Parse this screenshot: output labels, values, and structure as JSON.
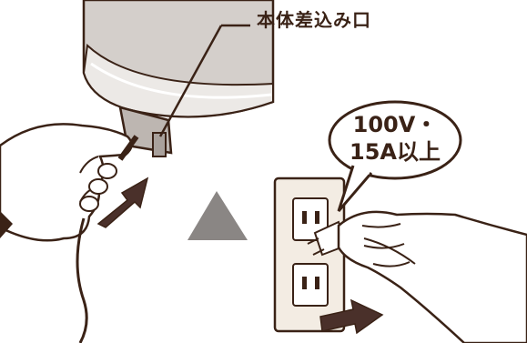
{
  "labels": {
    "inlet": "本体差込み口",
    "rating_line1": "100V・",
    "rating_line2": "15A以上"
  },
  "colors": {
    "outline": "#3a2216",
    "skin": "#ffffff",
    "appliance_band": "#c9c3bf",
    "appliance_light": "#ece9e6",
    "arrow": "#4a302a",
    "triangle": "#8a8684",
    "outlet_plate": "#f3ece3"
  },
  "icons": [
    "step-arrow-triangle",
    "push-arrow-left",
    "push-arrow-right"
  ]
}
